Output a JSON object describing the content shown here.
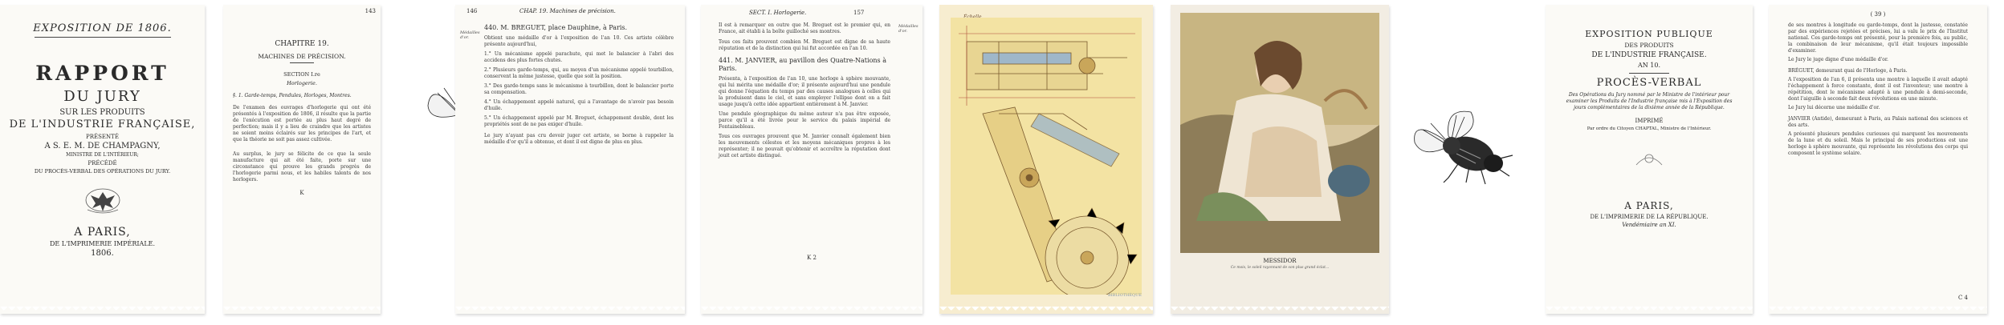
{
  "page1": {
    "heading": "EXPOSITION DE 1806.",
    "title1": "RAPPORT",
    "title2": "DU JURY",
    "line1": "SUR LES PRODUITS",
    "line2": "DE L'INDUSTRIE FRANÇAISE,",
    "line3": "PRÉSENTÉ",
    "line4": "A S. E. M. DE CHAMPAGNY,",
    "line5": "MINISTRE DE L'INTÉRIEUR;",
    "line6": "PRÉCÉDÉ",
    "line7": "DU PROCÈS-VERBAL DES OPÉRATIONS DU JURY.",
    "city": "A PARIS,",
    "printer": "DE L'IMPRIMERIE IMPÉRIALE.",
    "year": "1806."
  },
  "page2": {
    "page_number": "143",
    "chapter": "CHAPITRE 19.",
    "chapter_title": "MACHINES DE PRÉCISION.",
    "section": "SECTION I.re",
    "section_title": "Horlogerie.",
    "subhead": "§. 1. Garde-temps, Pendules, Horloges, Montres.",
    "para1": "De l'examen des ouvrages d'horlogerie qui ont été présentés à l'exposition de 1806, il résulte que la partie de l'exécution est portée au plus haut degré de perfection; mais il y a lieu de craindre que les artistes ne soient moins éclairés sur les principes de l'art, et que la théorie ne soit pas assez cultivée.",
    "para2": "Au surplus, le jury se félicite de ce que la seule manufacture qui ait été faite, porte sur une circonstance qui prouve les grands progrès de l'horlogerie parmi nous, et les habiles talents de nos horlogers.",
    "signature": "K"
  },
  "page3": {
    "page_number": "146",
    "running_head": "CHAP. 19. Machines de précision.",
    "margin_note": "Médailles d'or.",
    "entry": "440. M. BREGUET, place Dauphine, à Paris.",
    "para1": "Obtient une médaille d'or à l'exposition de l'an 10. Ces artiste célèbre présente aujourd'hui,",
    "item1": "1.° Un mécanisme appelé parachute, qui met le balancier à l'abri des accidens des plus fortes chutes.",
    "item2": "2.° Plusieurs garde-temps, qui, au moyen d'un mécanisme appelé tourbillon, conservent la même justesse, quelle que soit la position.",
    "item3": "3.° Des garde-temps sans le mécanisme à tourbillon, dont le balancier porte sa compensation.",
    "item4": "4.° Un échappement appelé naturel, qui a l'avantage de n'avoir pas besoin d'huile.",
    "item5": "5.° Un échappement appelé par M. Breguet, échappement double, dont les propriétés sont de ne pas exiger d'huile.",
    "para2": "Le jury n'ayant pas cru devoir juger cet artiste, se borne à rappeler la médaille d'or qu'il a obtenue, et dont il est digne de plus en plus."
  },
  "page4": {
    "running_head": "SECT. I. Horlogerie.",
    "page_number": "157",
    "margin_note": "Médailles d'or.",
    "para1": "Il est à remarquer en outre que M. Breguet est le premier qui, en France, ait établi à la boîte guilloché ses montres.",
    "para2": "Tous ces faits prouvent combien M. Breguet est digne de sa haute réputation et de la distinction qui lui fut accordée en l'an 10.",
    "entry": "441. M. JANVIER, au pavillon des Quatre-Nations à Paris.",
    "para3": "Présenta, à l'exposition de l'an 10, une horloge à sphère mouvante, qui lui mérita une médaille d'or; il présente aujourd'hui une pendule qui donne l'équation du temps par des causes analogues à celles qui la produisent dans le ciel, et sans employer l'ellipse dont on a fait usage jusqu'à cette idée appartient entièrement à M. Janvier.",
    "para4": "Une pendule géographique du même auteur n'a pas être exposée, parce qu'il a été livrée pour le service du palais impérial de Fontainebleau.",
    "para5": "Tous ces ouvrages prouvent que M. Janvier connaît également bien les mouvements célestes et les moyens mécaniques propres à les représenter; il ne pouvait qu'obtenir et accroître la réputation dont jouit cet artiste distingué.",
    "signature": "K 2"
  },
  "page5": {
    "caption": "Échelle",
    "corner": "BIBLIOTHÈQUE"
  },
  "page6": {
    "title": "MESSIDOR",
    "caption": "Ce mois, le soleil rayonnant de son plus grand éclat..."
  },
  "page8": {
    "title1": "EXPOSITION PUBLIQUE",
    "title2": "DES PRODUITS",
    "title3": "DE L'INDUSTRIE FRANÇAISE.",
    "title4": "AN 10.",
    "heading": "PROCÈS-VERBAL",
    "desc": "Des Opérations du Jury nommé par le Ministre de l'intérieur pour examiner les Produits de l'Industrie française mis à l'Exposition des jours complémentaires de la dixième année de la République.",
    "printed": "IMPRIMÉ",
    "order": "Par ordre du Citoyen CHAPTAL, Ministre de l'Intérieur.",
    "city": "A PARIS,",
    "printer": "DE L'IMPRIMERIE DE LA RÉPUBLIQUE.",
    "date": "Vendémiaire an XI."
  },
  "page9": {
    "page_number": "( 39 )",
    "para1": "de ses montres à longitude ou garde-temps, dont la justesse, constatée par des expériences rejetées et précises, lui a valu le prix de l'Institut national. Ces garde-temps ont présenté, pour la première fois, au public, la combinaison de leur mécanisme, qu'il était toujours impossible d'examiner.",
    "para2": "Le Jury le juge digne d'une médaille d'or.",
    "entry1": "BRÉGUET, demeurant quai de l'Horloge, à Paris.",
    "para3": "A l'exposition de l'an 6, il présenta une montre à laquelle il avait adapté l'échappement à force constante, dont il est l'inventeur; une montre à répétition, dont le mécanisme adapté à une pendule à demi-seconde, dont l'aiguille à seconde fait deux révolutions en une minute.",
    "para4": "Le Jury lui décerne une médaille d'or.",
    "entry2": "JANVIER (Antide), demeurant à Paris, au Palais national des sciences et des arts.",
    "para5": "A présenté plusieurs pendules curieuses qui marquent les mouvements de la lune et du soleil. Mais le principal de ses productions est une horloge à sphère mouvante, qui représente les révolutions des corps qui composent le système solaire.",
    "signature": "C 4"
  },
  "colors": {
    "paper": "#fbfaf6",
    "ink": "#2a2a2a",
    "engraving_bg": "#f3e3a3",
    "engraving_line": "#b04b3a",
    "engraving_blue": "#9fb7c9"
  },
  "icons": [
    "bee-engraving-icon",
    "bee-engraving-icon",
    "imperial-eagle-icon",
    "republic-vignette-icon"
  ]
}
